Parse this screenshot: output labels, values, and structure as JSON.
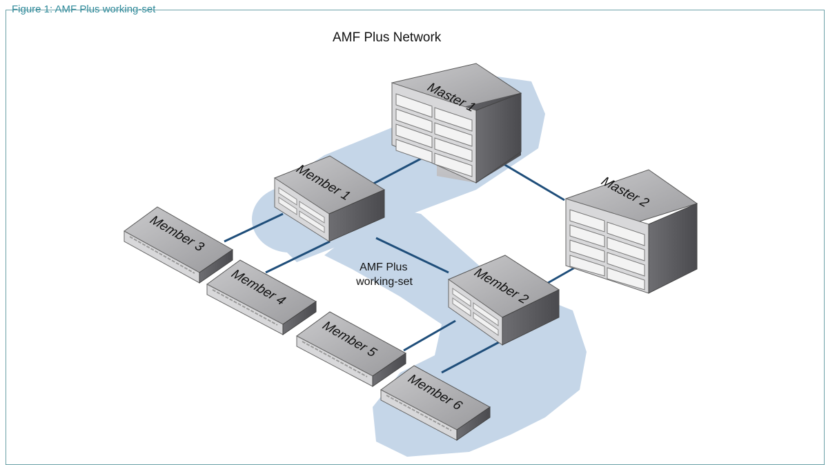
{
  "figure": {
    "caption": "Figure 1: AMF Plus working-set",
    "title": "AMF Plus Network",
    "working_set_label_line1": "AMF Plus",
    "working_set_label_line2": "working-set"
  },
  "nodes": {
    "master1": "Master 1",
    "master2": "Master 2",
    "member1": "Member 1",
    "member2": "Member 2",
    "member3": "Member 3",
    "member4": "Member 4",
    "member5": "Member 5",
    "member6": "Member 6"
  },
  "colors": {
    "link": "#1f4e7a",
    "working_set": "#c5d6e8",
    "frame": "#6aa0a6",
    "caption": "#2f8a9a"
  }
}
